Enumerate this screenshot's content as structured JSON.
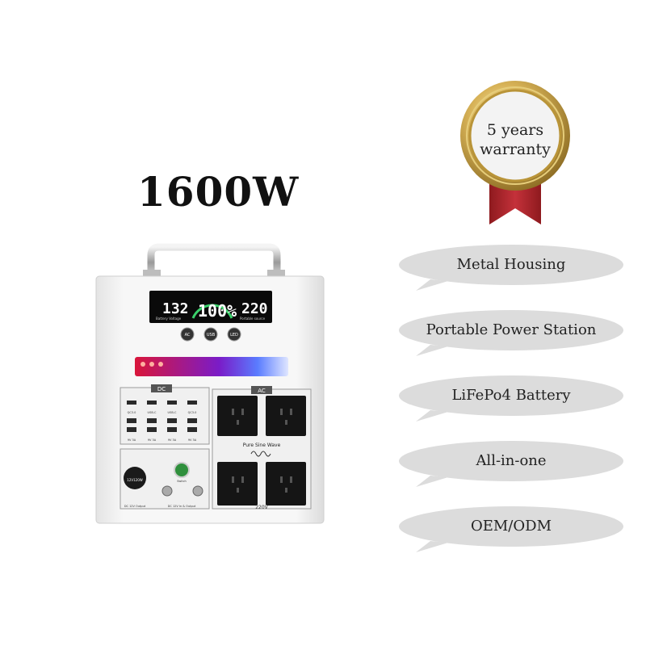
{
  "title": "1600W",
  "badge": {
    "line1": "5 years",
    "line2": "warranty"
  },
  "features": [
    "Metal Housing",
    "Portable Power Station",
    "LiFePo4 Battery",
    "All-in-one",
    "OEM/ODM"
  ],
  "device": {
    "display": {
      "left_value": "132",
      "left_caption": "Battery Voltage",
      "center_value": "100%",
      "right_value": "220",
      "right_caption": "Portable source"
    },
    "buttons": [
      "AC",
      "USB",
      "LED"
    ],
    "dc_label": "DC",
    "ac_label": "AC",
    "usb_labels": [
      "QC3.0",
      "USB-C",
      "USB-C",
      "QC3.0"
    ],
    "usb_bottom_labels": [
      "9V 3A",
      "9V 3A",
      "9V 3A",
      "9V 3A"
    ],
    "pure_sine": "Pure Sine Wave",
    "voltage": "220V",
    "switch_label": "Switch",
    "car_socket_label": "12V120W",
    "dc_output_label": "DC 12V Output",
    "dc_inout_label": "DC 12V In & Output"
  },
  "colors": {
    "ribbon": "#b3262b",
    "gold": "#c9a447",
    "bubble": "#dcdcdc"
  }
}
